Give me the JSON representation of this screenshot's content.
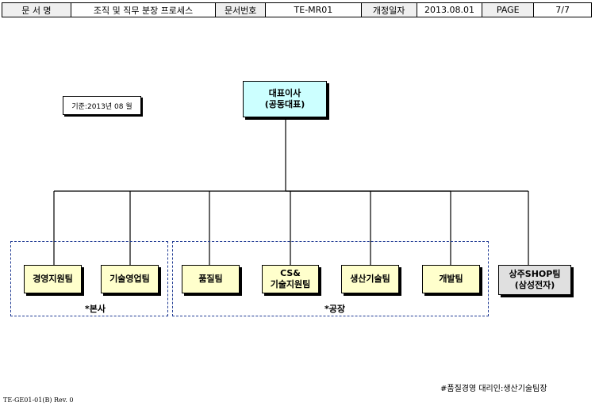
{
  "header": {
    "doc_name_label": "문 서 명",
    "doc_name": "조직 및 직무 분장 프로세스",
    "doc_no_label": "문서번호",
    "doc_no": "TE-MR01",
    "revision_date_label": "개정일자",
    "revision_date": "2013.08.01",
    "page_label": "PAGE",
    "page": "7/7"
  },
  "standard_label": "기준:2013년 08 월",
  "org": {
    "ceo": {
      "line1": "대표이사",
      "line2": "(공동대표)"
    },
    "teams": [
      {
        "line1": "경영지원팀",
        "line2": ""
      },
      {
        "line1": "기술영업팀",
        "line2": ""
      },
      {
        "line1": "품질팀",
        "line2": ""
      },
      {
        "line1": "CS&",
        "line2": "기술지원팀"
      },
      {
        "line1": "생산기술팀",
        "line2": ""
      },
      {
        "line1": "개발팀",
        "line2": ""
      }
    ],
    "external": {
      "line1": "상주SHOP팀",
      "line2": "(삼성전자)"
    }
  },
  "groups": {
    "head_office": "*본사",
    "factory": "*공장"
  },
  "note": "#품질경영 대리인:생산기술팀장",
  "footer": "TE-GE01-01(B) Rev. 0"
}
